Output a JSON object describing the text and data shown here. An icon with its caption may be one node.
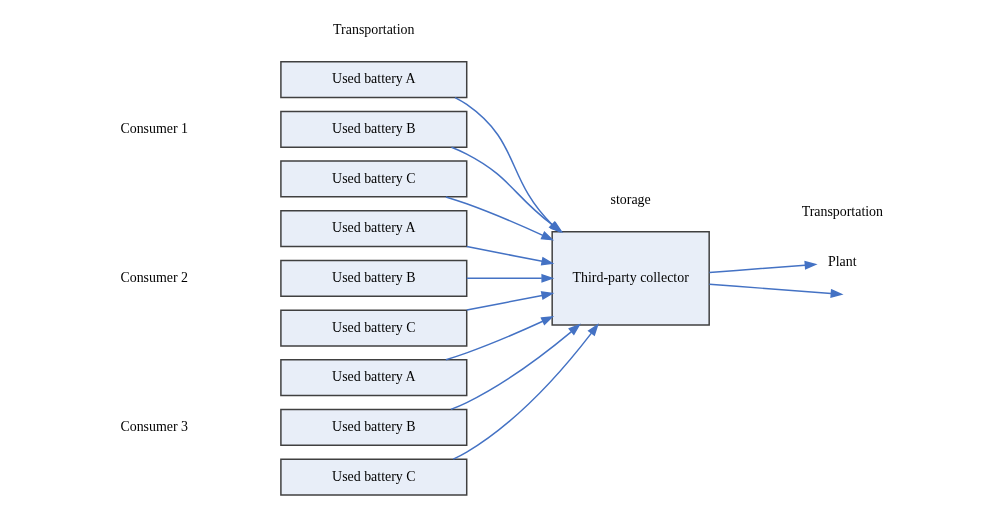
{
  "diagram": {
    "nodes": [
      {
        "text": [
          "Used battery A"
        ]
      },
      {
        "text": [
          "Used battery B"
        ]
      },
      {
        "text": [
          "Used battery C"
        ]
      },
      {
        "text": [
          "Used battery A"
        ]
      },
      {
        "text": [
          "Used battery B"
        ]
      },
      {
        "text": [
          "Used battery C"
        ]
      },
      {
        "text": [
          "Used battery A"
        ]
      },
      {
        "text": [
          "Used battery B"
        ]
      },
      {
        "text": [
          "Used battery C"
        ]
      },
      {
        "text": [
          "Third-party collector"
        ]
      },
      {
        "text": [
          "Plant"
        ]
      }
    ],
    "edges": [
      {
        "from": 0,
        "to": 9,
        "arrow": "to"
      },
      {
        "from": 1,
        "to": 9,
        "arrow": "to"
      },
      {
        "from": 2,
        "to": 9,
        "arrow": "to"
      },
      {
        "from": 3,
        "to": 9,
        "arrow": "to"
      },
      {
        "from": 4,
        "to": 9,
        "arrow": "to"
      },
      {
        "from": 5,
        "to": 9,
        "arrow": "to"
      },
      {
        "from": 6,
        "to": 9,
        "arrow": "to"
      },
      {
        "from": 7,
        "to": 9,
        "arrow": "to"
      },
      {
        "from": 8,
        "to": 9,
        "arrow": "to"
      },
      {
        "from": 9,
        "to": null,
        "arrow": "to"
      },
      {
        "from": 9,
        "to": 10,
        "arrow": "to"
      }
    ],
    "labels": [
      "Transportation",
      "storage",
      "Transportation",
      "Consumer 1",
      "Consumer 2",
      "Consumer 3"
    ]
  }
}
